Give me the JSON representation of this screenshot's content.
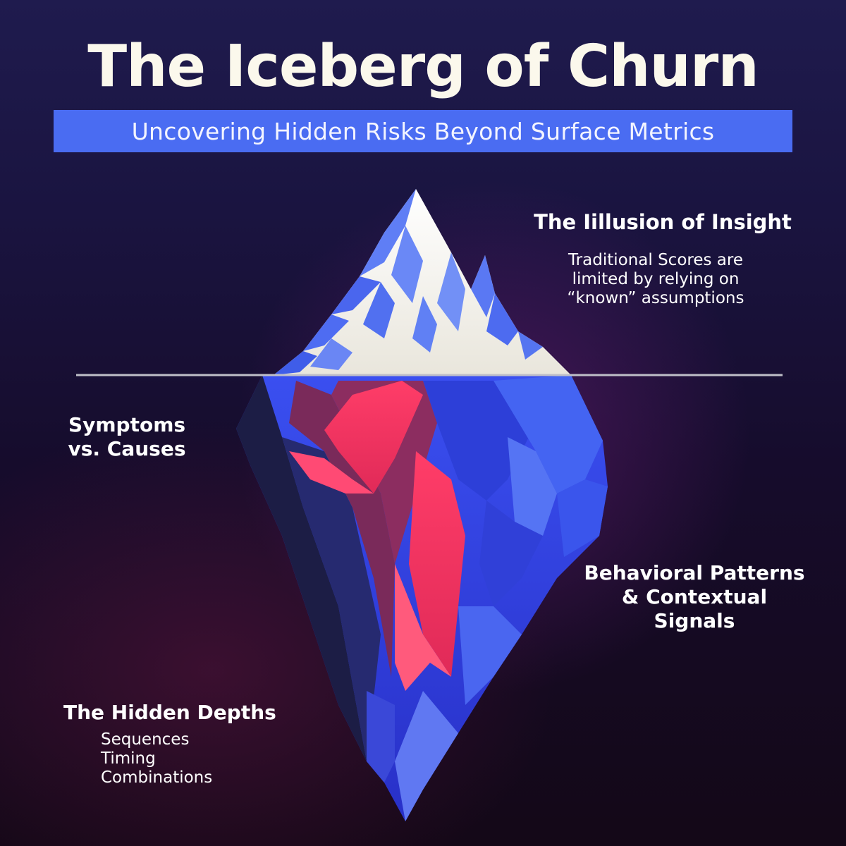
{
  "title": "The Iceberg of Churn",
  "subtitle": "Uncovering Hidden Risks Beyond Surface Metrics",
  "sections": {
    "illusion": {
      "heading": "The Iillusion of Insight",
      "lines": [
        "Traditional Scores are",
        "limited by relying on",
        "“known” assumptions"
      ]
    },
    "symptoms": {
      "lines": [
        "Symptoms",
        "vs. Causes"
      ]
    },
    "behavioral": {
      "lines": [
        "Behavioral Patterns",
        "& Contextual",
        "Signals"
      ]
    },
    "hidden": {
      "heading": "The Hidden Depths",
      "items": [
        "Sequences",
        "Timing",
        "Combinations"
      ]
    }
  },
  "colors": {
    "background": "#160c2c",
    "subtitle_bar": "#4a6cf2",
    "ice_white": "#f7f3e6",
    "ice_blue": "#3d5ef0",
    "core_pink": "#f0365f",
    "dark_navy": "#1c1d45",
    "waterline": "#bfbfc8"
  }
}
